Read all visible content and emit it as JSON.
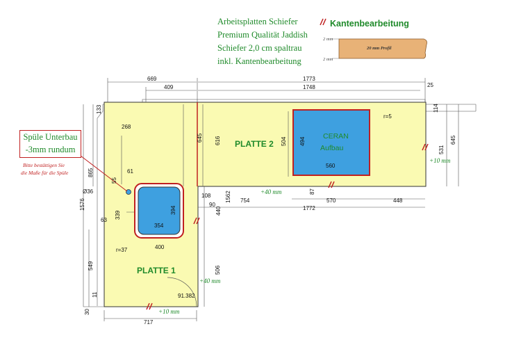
{
  "header": {
    "line1": "Arbeitsplatten Schiefer",
    "line2": "Premium Qualität Jaddish",
    "line3": "Schiefer 2,0 cm spaltrau",
    "line4": "inkl. Kantenbearbeitung"
  },
  "legend": {
    "title": "Kantenbearbeitung",
    "profile_label": "20 mm Profil",
    "thickness_top": "2 mm",
    "thickness_bottom": "2 mm"
  },
  "sink_note": {
    "line1": "Spüle Unterbau",
    "line2": "-3mm rundum",
    "confirm1": "Bitte bestättigen Sie",
    "confirm2": "die Maße für die Spüle"
  },
  "plates": {
    "plate1": "PLATTE 1",
    "plate2": "PLATTE 2"
  },
  "cooktop": {
    "line1": "CERAN",
    "line2": "Aufbau"
  },
  "edge_labels": {
    "e1": "+40 mm",
    "e2": "+40 mm",
    "e3": "+10 mm",
    "e4": "+10 mm"
  },
  "dims": {
    "top669": "669",
    "top409": "409",
    "top1773": "1773",
    "top1748": "1748",
    "top25": "25",
    "d268": "268",
    "d645a": "645",
    "d616": "616",
    "d504": "504",
    "d494": "494",
    "r5": "r=5",
    "d560": "560",
    "d114": "114",
    "d531": "531",
    "d645b": "645",
    "d133": "133",
    "d865": "865",
    "d61": "61",
    "d55": "55",
    "d36": "Ø36",
    "d1576": "1576",
    "d108": "108",
    "d90": "90",
    "d440": "440",
    "d1562": "1562",
    "d754": "754",
    "d87": "87",
    "d570": "570",
    "d448": "448",
    "d1772": "1772",
    "d339": "339",
    "d394": "394",
    "d354": "354",
    "d63": "63",
    "r37": "r=37",
    "d400": "400",
    "d506": "506",
    "d549": "549",
    "d91382": "91.382",
    "d11": "11",
    "d30": "30",
    "d717": "717"
  }
}
